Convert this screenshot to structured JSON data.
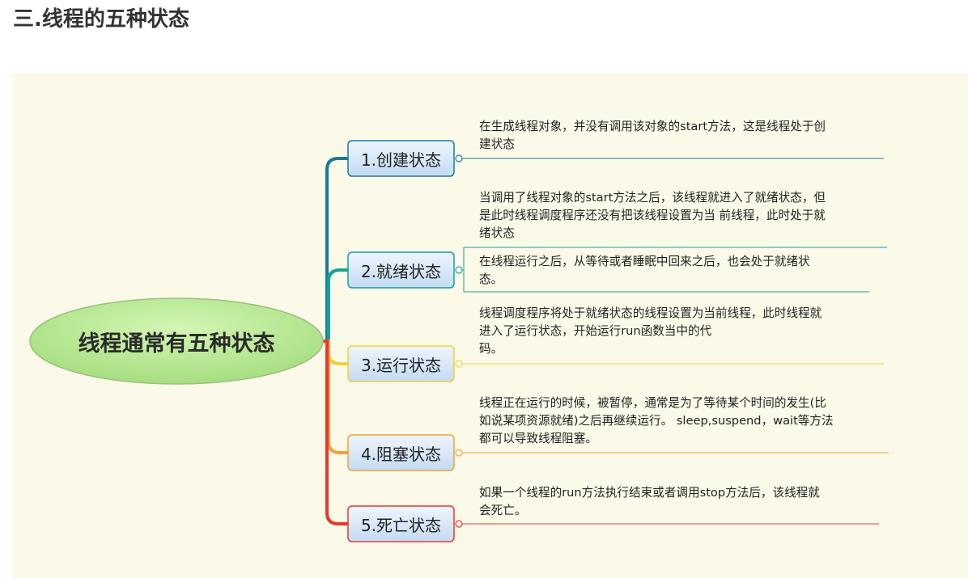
{
  "page": {
    "section_title": "三.线程的五种状态"
  },
  "mindmap": {
    "root": "线程通常有五种状态",
    "root_colors": {
      "fill_light": "#d3f5b4",
      "fill_dark": "#a6de80",
      "border": "#9cbf7f"
    },
    "panel_background": "#fbfae9",
    "branches": [
      {
        "label": "1.创建状态",
        "color": "#1a7a92",
        "notes": [
          "在生成线程对象，并没有调用该对象的start方法，这是线程处于创\n建状态"
        ]
      },
      {
        "label": "2.就绪状态",
        "color": "#13a29a",
        "notes": [
          "当调用了线程对象的start方法之后，该线程就进入了就绪状态，但\n是此时线程调度程序还没有把该线程设置为当 前线程，此时处于就\n绪状态",
          "在线程运行之后，从等待或者睡眠中回来之后，也会处于就绪状\n态。"
        ]
      },
      {
        "label": "3.运行状态",
        "color": "#f2d035",
        "notes": [
          "线程调度程序将处于就绪状态的线程设置为当前线程，此时线程就\n进入了运行状态，开始运行run函数当中的代\n码。"
        ]
      },
      {
        "label": "4.阻塞状态",
        "color": "#f0a23a",
        "notes": [
          "线程正在运行的时候，被暂停，通常是为了等待某个时间的发生(比\n如说某项资源就绪)之后再继续运行。 sleep,suspend，wait等方法\n都可以导致线程阻塞。"
        ]
      },
      {
        "label": "5.死亡状态",
        "color": "#e8382a",
        "notes": [
          "如果一个线程的run方法执行结束或者调用stop方法后，该线程就\n会死亡。"
        ]
      }
    ]
  }
}
